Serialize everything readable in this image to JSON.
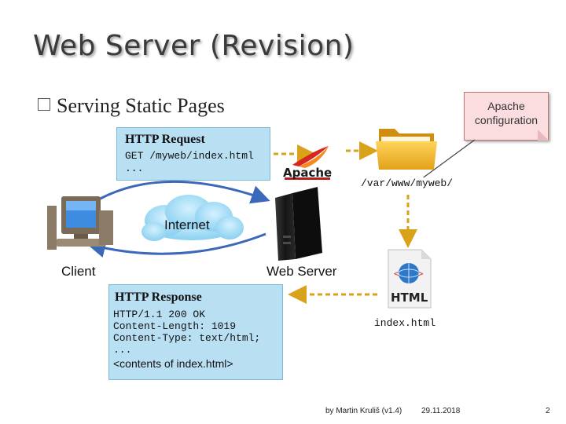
{
  "slide": {
    "title": "Web Server (Revision)",
    "bullet": "Serving Static Pages",
    "bullet_icon": "square-bullet-icon"
  },
  "note": {
    "line1": "Apache",
    "line2": "configuration"
  },
  "request": {
    "title": "HTTP Request",
    "line1": "GET /myweb/index.html",
    "line2": "..."
  },
  "response": {
    "title": "HTTP Response",
    "line1": "HTTP/1.1 200 OK",
    "line2": "Content-Length: 1019",
    "line3": "Content-Type: text/html;",
    "line4": "...",
    "line5": "<contents of index.html>"
  },
  "labels": {
    "path": "/var/www/myweb/",
    "internet": "Internet",
    "client": "Client",
    "web_server": "Web Server",
    "html_file": "index.html",
    "apache_logo": "Apache",
    "html_icon": "HTML"
  },
  "footer": {
    "author": "by Martin Kruliš (v1.4)",
    "date": "29.11.2018",
    "page": "2"
  },
  "colors": {
    "accent_box": "#b9dff3",
    "note": "#fbdde0",
    "arrow_gold": "#d9a21b",
    "arrow_blue": "#3b68b8"
  },
  "icons": [
    "computer-icon",
    "server-icon",
    "folder-icon",
    "html-document-icon",
    "cloud-icon",
    "apache-feather-icon"
  ]
}
